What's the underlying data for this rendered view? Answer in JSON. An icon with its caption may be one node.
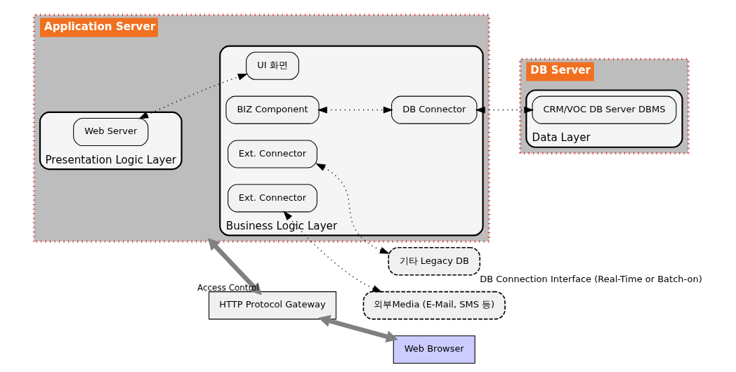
{
  "diagram": {
    "nodes": [
      {
        "text": [
          "Application Server"
        ]
      },
      {
        "text": [
          "Presentation Logic Layer"
        ],
        "in": 0
      },
      {
        "text": [
          "Web Server"
        ],
        "in": 1
      },
      {
        "text": [
          "Business Logic Layer"
        ],
        "in": 0
      },
      {
        "text": [
          "UI 화면"
        ],
        "in": 3
      },
      {
        "text": [
          "BIZ Component"
        ],
        "in": 3
      },
      {
        "text": [
          "Ext. Connector"
        ],
        "in": 3
      },
      {
        "text": [
          "DB Connector"
        ],
        "in": 3
      },
      {
        "text": [
          "Ext. Connector"
        ],
        "in": 3
      },
      {
        "text": [
          "DB Server"
        ]
      },
      {
        "text": [
          "Data Layer"
        ],
        "in": 9
      },
      {
        "text": [
          "CRM/VOC DB Server DBMS"
        ],
        "in": 10
      },
      {
        "text": [
          "기타 Legacy DB"
        ],
        "beside": [
          "DB Connection Interface (Real-Time or Batch-on)"
        ]
      },
      {
        "text": [
          "HTTP Protocol Gateway"
        ]
      },
      {
        "text": [
          "Web Browser"
        ]
      },
      {
        "text": [
          "외부Media (E-Mail, SMS 등)"
        ]
      }
    ],
    "edges": [
      {
        "from": 2,
        "to": 4,
        "arrow": "both",
        "style": "dashed"
      },
      {
        "from": 5,
        "to": 7,
        "arrow": "both",
        "style": "dashed"
      },
      {
        "from": 7,
        "to": 11,
        "arrow": "both",
        "style": "dashed"
      },
      {
        "from": 6,
        "to": 12,
        "arrow": "both",
        "style": "dashed"
      },
      {
        "from": 8,
        "to": 15,
        "arrow": "both",
        "style": "dashed"
      },
      {
        "from": 0,
        "to": 13,
        "arrow": "both",
        "label": "Access Control",
        "style": "thick",
        "color": "#808080"
      },
      {
        "from": 13,
        "to": 14,
        "arrow": "both",
        "style": "thick",
        "color": "#808080"
      }
    ]
  }
}
